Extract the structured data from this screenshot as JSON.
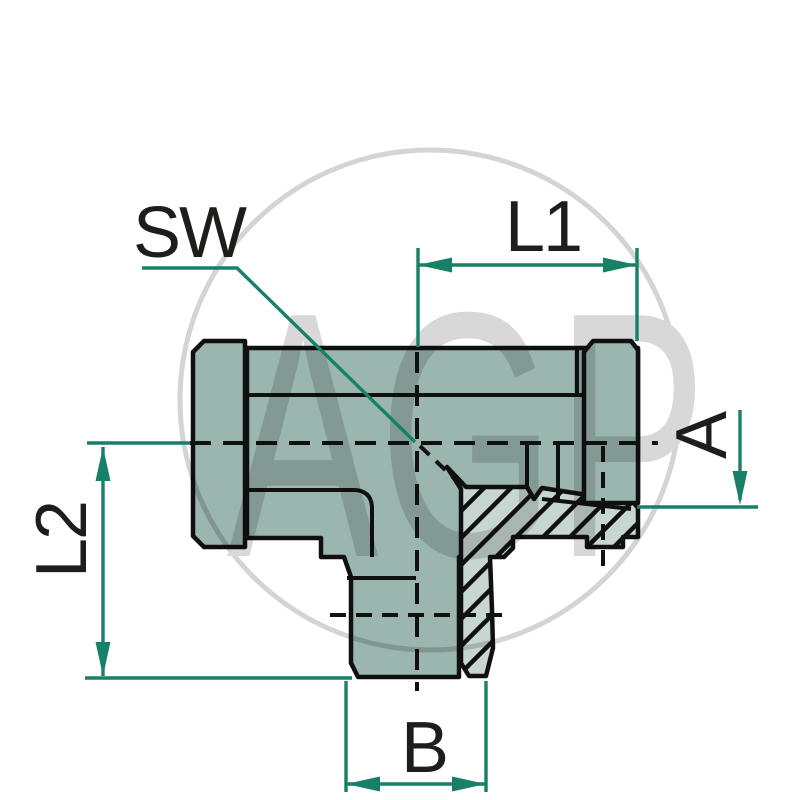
{
  "drawing": {
    "labels": {
      "sw": "SW",
      "l1": "L1",
      "l2": "L2",
      "a": "A",
      "b": "B"
    },
    "watermark": "AGP",
    "colors": {
      "dimension_green": "#178067",
      "body_fill": "#9BB5AF",
      "section_fill": "#C7D6D1",
      "outline": "#101010",
      "label_text": "#1D1D1B",
      "watermark_grey": "#D8D8D8"
    }
  }
}
